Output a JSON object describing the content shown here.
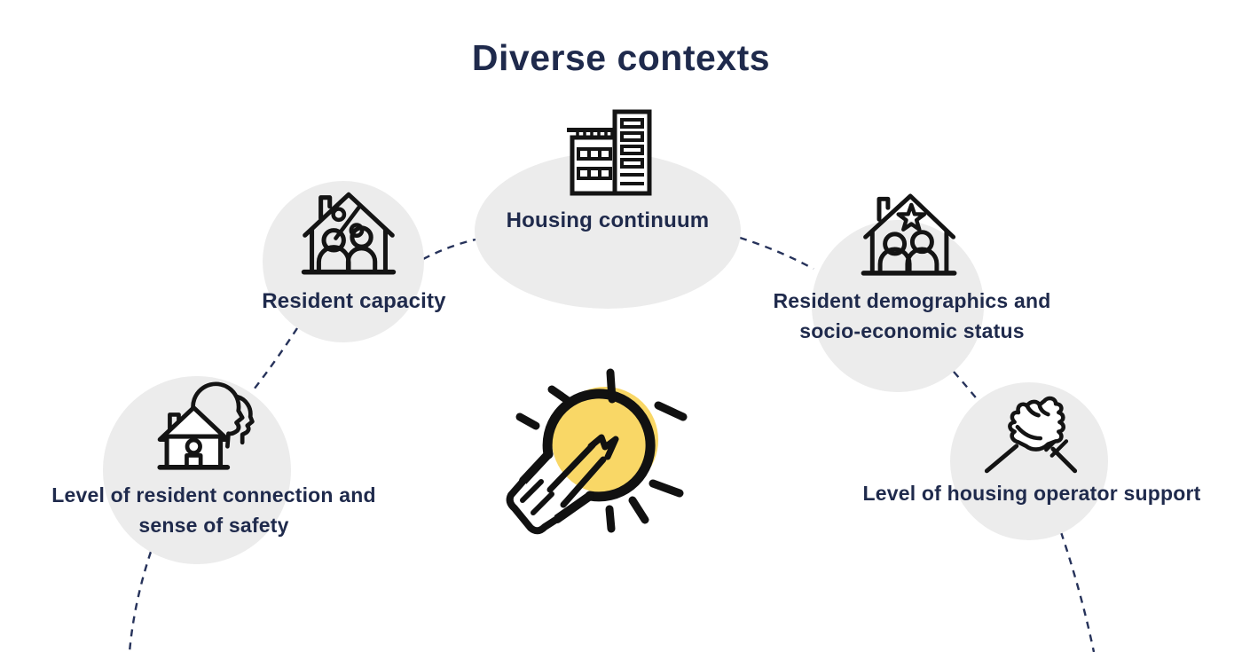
{
  "title": "Diverse contexts",
  "colors": {
    "background": "#ffffff",
    "text": "#1f2a4c",
    "node_fill": "#ececec",
    "connector": "#26325a",
    "icon_stroke": "#141414",
    "bulb_yellow": "#f9d766",
    "bulb_ink": "#111111"
  },
  "nodes": [
    {
      "id": "housing-continuum",
      "icon": "buildings-icon",
      "lines": [
        "Housing continuum"
      ]
    },
    {
      "id": "resident-capacity",
      "icon": "house-percent-people-icon",
      "lines": [
        "Resident capacity"
      ]
    },
    {
      "id": "resident-demographics",
      "icon": "house-star-people-icon",
      "lines": [
        "Resident demographics and",
        "socio-economic status"
      ]
    },
    {
      "id": "resident-connection",
      "icon": "house-heads-icon",
      "lines": [
        "Level of resident connection and",
        "sense of safety"
      ]
    },
    {
      "id": "operator-support",
      "icon": "handshake-icon",
      "lines": [
        "Level of housing operator support"
      ]
    }
  ],
  "center": {
    "icon": "lightbulb-icon"
  }
}
